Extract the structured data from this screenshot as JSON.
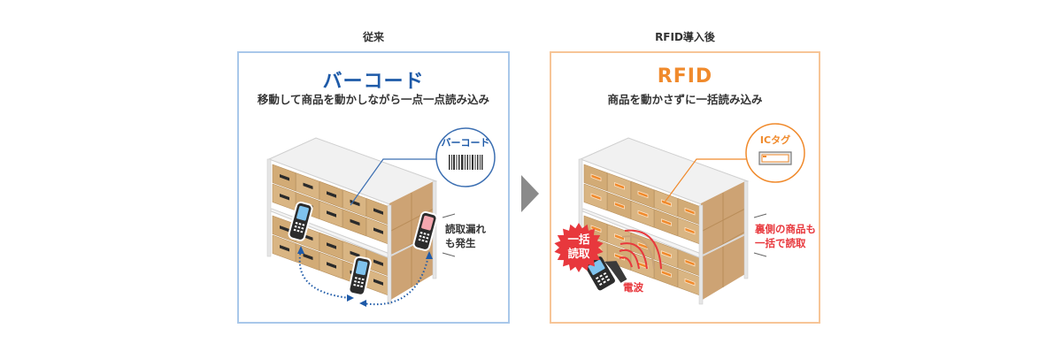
{
  "before": {
    "column_label": "従来",
    "title": "バーコード",
    "subtitle": "移動して商品を動かしながら一点一点読み込み",
    "callout_label": "バーコード",
    "callout_icon": "barcode-icon",
    "side_note_line1": "読取漏れ",
    "side_note_line2": "も発生",
    "accent_color": "#1e5aa8",
    "border_color": "#a9c8ea"
  },
  "after": {
    "column_label": "RFID導入後",
    "title": "RFID",
    "subtitle": "商品を動かさずに一括読み込み",
    "callout_label": "ICタグ",
    "callout_icon": "ic-tag-icon",
    "burst_line1": "一括",
    "burst_line2": "読取",
    "wave_label": "電波",
    "side_note_line1": "裏側の商品も",
    "side_note_line2": "一括で読取",
    "accent_color": "#f08a2c",
    "border_color": "#f7c597",
    "highlight_color": "#e8383d"
  },
  "transition_icon": "arrow-right-icon"
}
